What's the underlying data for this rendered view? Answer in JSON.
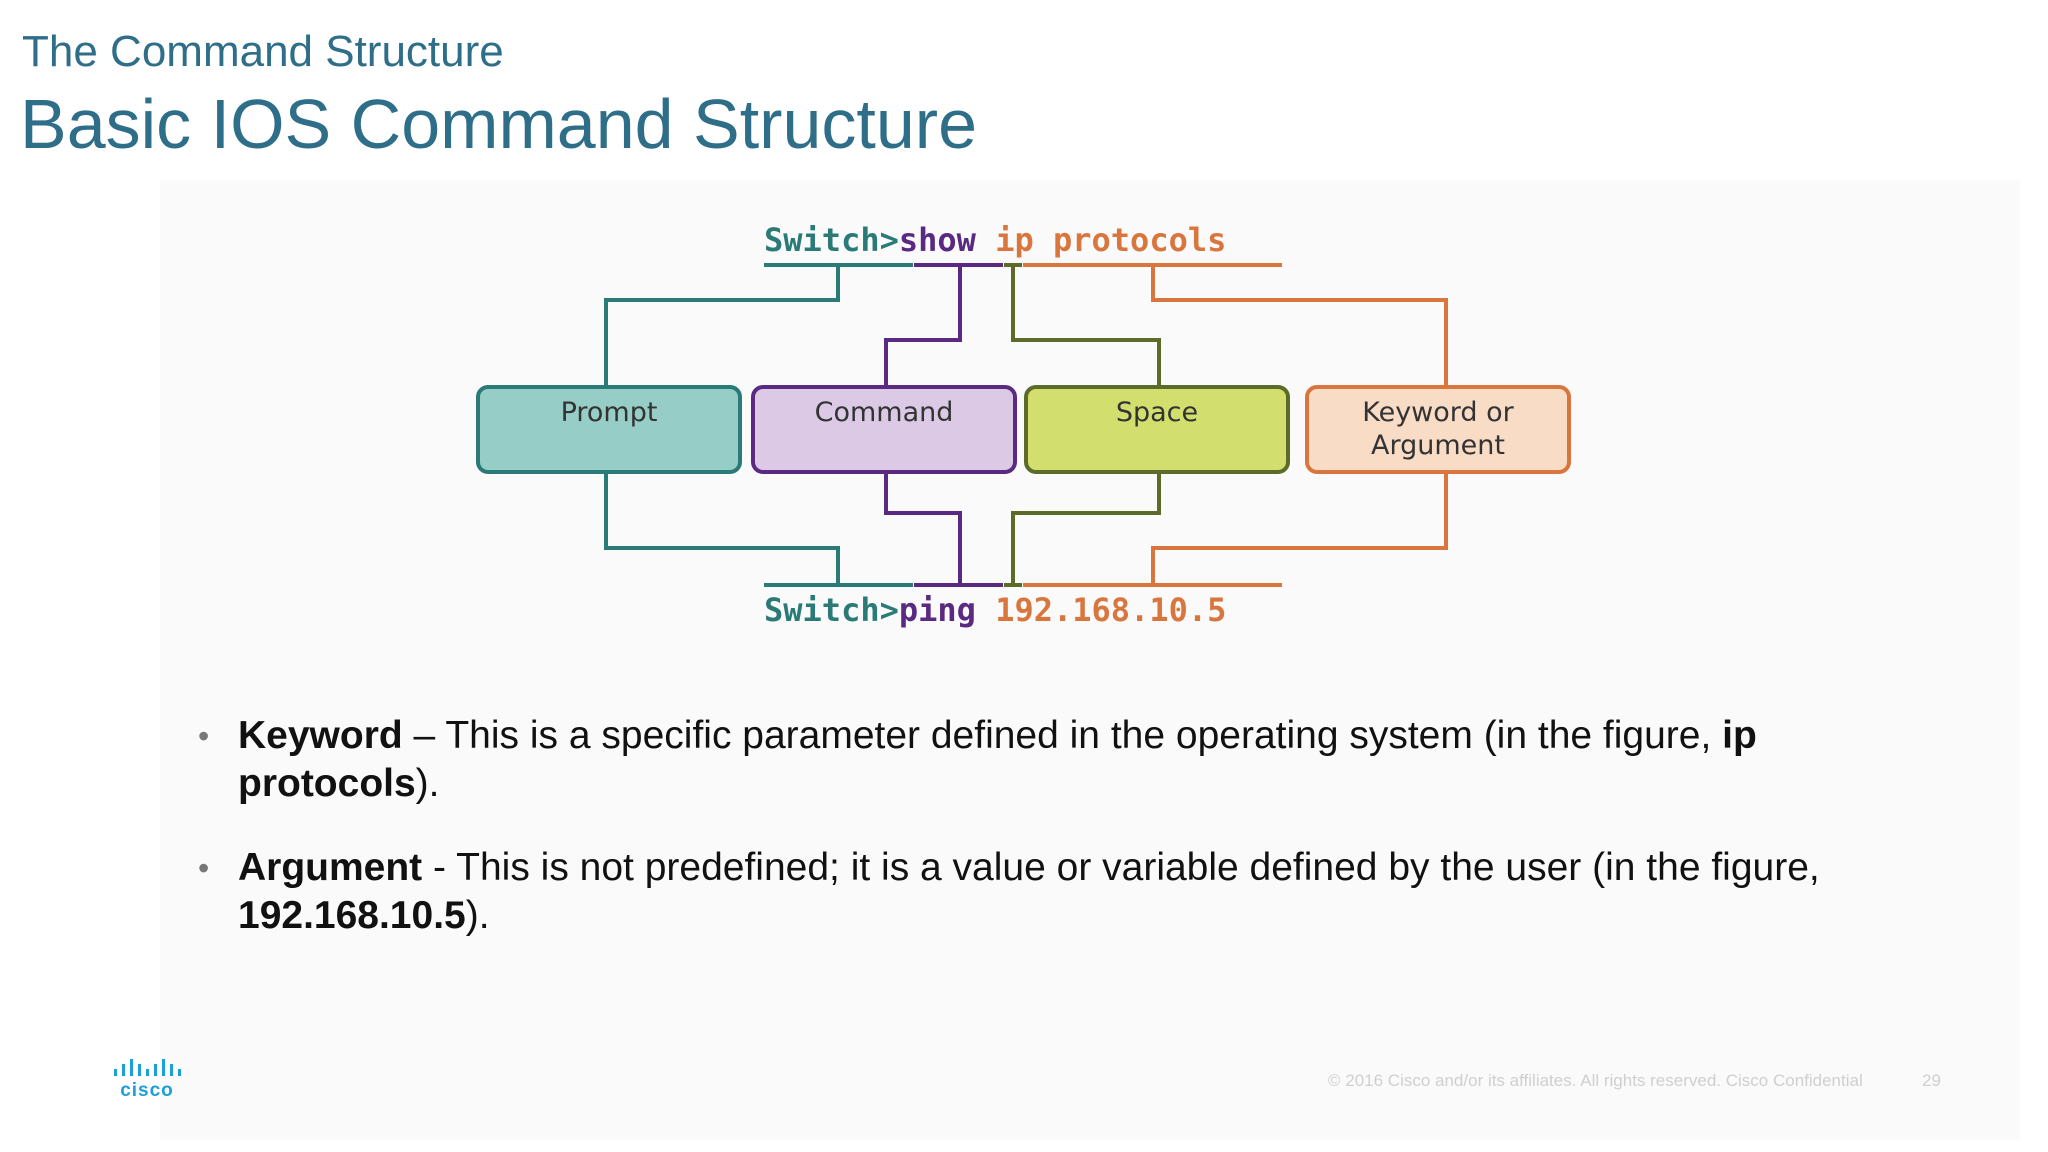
{
  "slide": {
    "subtitle": "The Command Structure",
    "title": "Basic IOS Command Structure"
  },
  "diagram": {
    "top_prompt": "Switch>",
    "top_command": "show",
    "top_argument": "ip protocols",
    "bottom_prompt": "Switch>",
    "bottom_command": "ping",
    "bottom_argument": "192.168.10.5",
    "box_prompt": "Prompt",
    "box_command": "Command",
    "box_space": "Space",
    "box_keyword_line1": "Keyword or",
    "box_keyword_line2": "Argument",
    "colors": {
      "prompt": "#2a7a78",
      "command": "#5a2a82",
      "space": "#5c6b2a",
      "keyword": "#d9763e"
    }
  },
  "bullets": [
    {
      "term": "Keyword",
      "separator": " – ",
      "text": "This is a specific parameter defined in the operating system (in the figure, ",
      "example": "ip protocols",
      "end": ")."
    },
    {
      "term": "Argument",
      "separator": " - ",
      "text": "This is not predefined; it is a value or variable defined by the user (in the figure, ",
      "example": "192.168.10.5",
      "end": ")."
    }
  ],
  "footer": {
    "copyright": "© 2016  Cisco and/or its affiliates. All rights reserved.   Cisco Confidential",
    "page_number": "29",
    "logo_text": "cisco"
  }
}
